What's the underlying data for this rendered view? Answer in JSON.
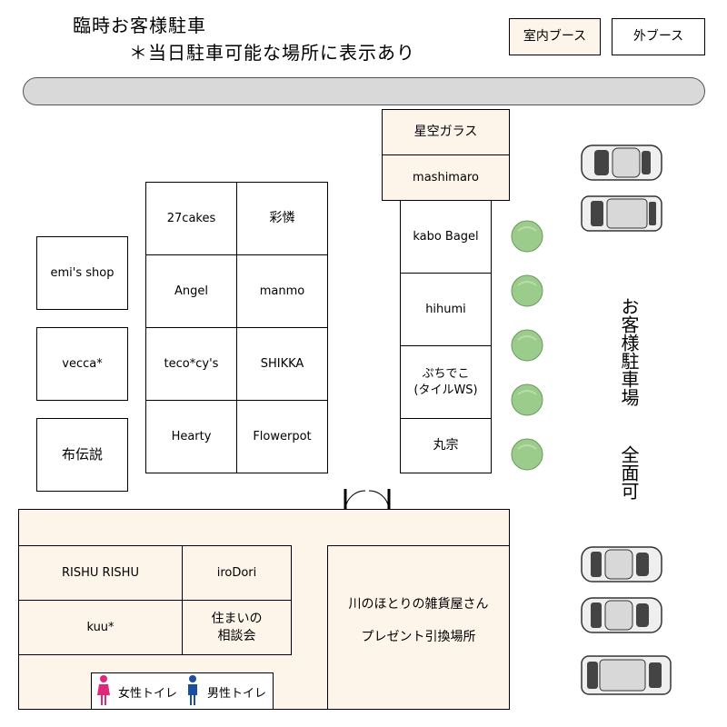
{
  "header": {
    "title": "臨時お客様駐車",
    "subtitle": "＊当日駐車可能な場所に表示あり"
  },
  "legend": {
    "indoor": "室内ブース",
    "outdoor": "外ブース"
  },
  "colors": {
    "indoor_fill": "#fdf4ea",
    "road_fill": "#d9d9d9",
    "tree_fill": "#9ccc8c",
    "female_icon": "#e0287a",
    "male_icon": "#1a4fa0"
  },
  "booths_top_right": [
    "星空ガラス",
    "mashimaro"
  ],
  "booths_left": [
    "emi's shop",
    "vecca*",
    "布伝説"
  ],
  "booths_center": [
    [
      "27cakes",
      "彩憐"
    ],
    [
      "Angel",
      "manmo"
    ],
    [
      "teco*cy's",
      "SHIKKA"
    ],
    [
      "Hearty",
      "Flowerpot"
    ]
  ],
  "booths_right": [
    "kabo Bagel",
    "hihumi",
    "ぷちでこ\n(タイルWS)",
    "丸宗"
  ],
  "indoor_hall": {
    "rishu": "RISHU RISHU",
    "irodori": "iroDori",
    "kuu": "kuu*",
    "sumai": "住まいの\n相談会",
    "zakka": "川のほとりの雑貨屋さん",
    "present": "プレゼント引換場所",
    "female_toilet": "女性トイレ",
    "male_toilet": "男性トイレ"
  },
  "parking": {
    "label": "お客様駐車場",
    "status": "全面可"
  },
  "icons": [
    "car-icon",
    "tree-icon",
    "door-icon",
    "female-toilet-icon",
    "male-toilet-icon"
  ]
}
